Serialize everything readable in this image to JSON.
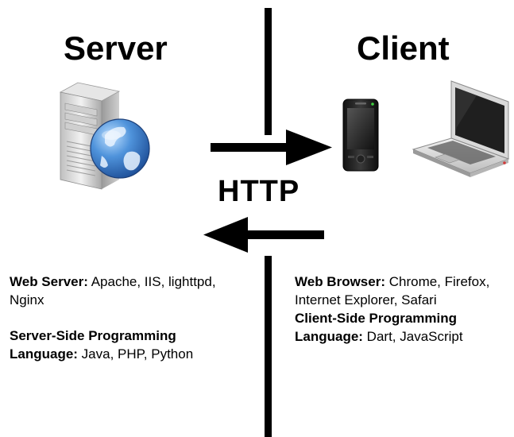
{
  "headings": {
    "server": "Server",
    "client": "Client",
    "protocol": "HTTP"
  },
  "icons": {
    "server": "server-tower-globe-icon",
    "phone": "mobile-phone-icon",
    "laptop": "laptop-icon",
    "request_arrow": "right-arrow-icon",
    "response_arrow": "left-arrow-icon"
  },
  "server_info": {
    "web_server_label": "Web Server:",
    "web_server_value": " Apache, IIS, lighttpd, Nginx",
    "programming_label": "Server-Side Programming Language:",
    "programming_value": " Java, PHP, Python"
  },
  "client_info": {
    "web_browser_label": "Web Browser:",
    "web_browser_value": " Chrome, Firefox, Internet Explorer, Safari",
    "programming_label": "Client-Side Programming Language:",
    "programming_value": " Dart, JavaScript"
  },
  "colors": {
    "line": "#000000",
    "globe": "#3a78c8",
    "server_body": "#d9d9d9"
  }
}
